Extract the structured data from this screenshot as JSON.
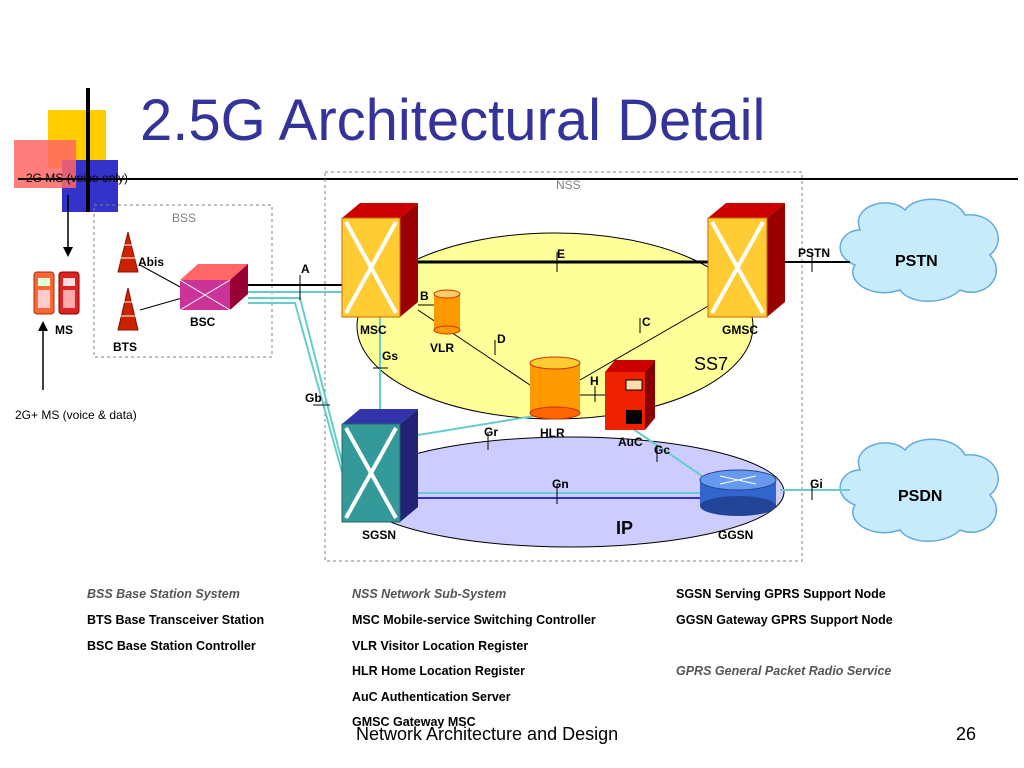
{
  "slide": {
    "title": "2.5G Architectural Detail",
    "footer": "Network Architecture and Design",
    "page_number": "26"
  },
  "colors": {
    "title": "#333399",
    "ss7_area": "#ffff99",
    "ip_area": "#ccccff",
    "cloud": "#c6ecfb",
    "switch": "#ffcc33",
    "sgsn": "#339999",
    "link": "#66cccc"
  },
  "diagram": {
    "labels": {
      "ms_2g": "2G MS (voice only)",
      "ms_2g_plus": "2G+ MS (voice & data)",
      "ms": "MS",
      "bts": "BTS",
      "abis": "Abis",
      "bsc": "BSC",
      "bss": "BSS",
      "nss": "NSS",
      "a": "A",
      "msc": "MSC",
      "vlr": "VLR",
      "hlr": "HLR",
      "auc": "AuC",
      "gmsc": "GMSC",
      "sgsn": "SGSN",
      "ggsn": "GGSN",
      "ss7": "SS7",
      "ip": "IP",
      "pstn_cloud": "PSTN",
      "psdn_cloud": "PSDN",
      "if_e": "E",
      "if_b": "B",
      "if_c": "C",
      "if_d": "D",
      "if_h": "H",
      "if_gs": "Gs",
      "if_gb": "Gb",
      "if_gr": "Gr",
      "if_gc": "Gc",
      "if_gn": "Gn",
      "if_gi": "Gi",
      "if_pstn": "PSTN"
    },
    "icons": [
      "antenna-icon",
      "mobile-phone-icon",
      "switch-icon",
      "database-cylinder-icon",
      "server-icon",
      "router-icon",
      "cloud-icon"
    ]
  },
  "legend": {
    "col1": [
      {
        "text": "BSS  Base Station System",
        "style": "italic"
      },
      {
        "text": "BTS  Base Transceiver Station",
        "style": "bold"
      },
      {
        "text": "BSC  Base Station Controller",
        "style": "bold"
      }
    ],
    "col2": [
      {
        "text": "NSS  Network Sub-System",
        "style": "italic"
      },
      {
        "text": "MSC  Mobile-service Switching Controller",
        "style": "bold"
      },
      {
        "text": "VLR  Visitor Location Register",
        "style": "bold"
      },
      {
        "text": "HLR  Home Location Register",
        "style": "bold"
      },
      {
        "text": "AuC  Authentication Server",
        "style": "bold"
      },
      {
        "text": "GMSC  Gateway MSC",
        "style": "bold"
      }
    ],
    "col3": [
      {
        "text": "SGSN  Serving GPRS Support Node",
        "style": "bold"
      },
      {
        "text": "GGSN  Gateway GPRS Support Node",
        "style": "bold"
      },
      {
        "text": "GPRS  General Packet Radio Service",
        "style": "italic"
      }
    ]
  }
}
